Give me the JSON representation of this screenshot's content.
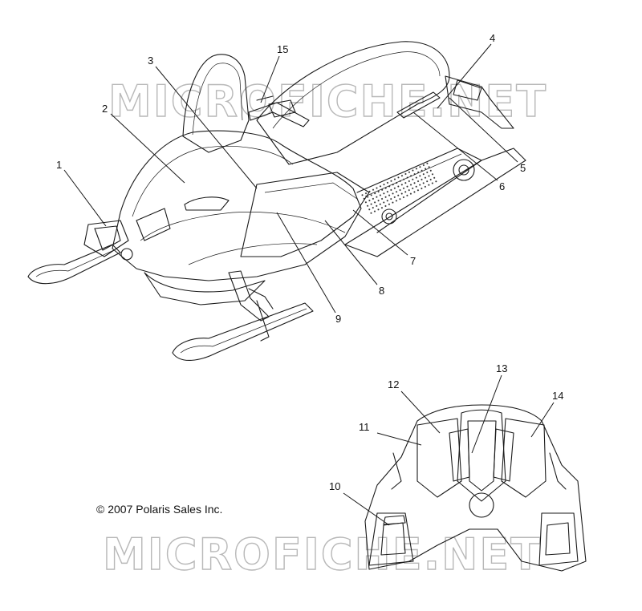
{
  "watermark": {
    "top": "MICROFICHE.NET",
    "bottom": "MICROFICHE.NET"
  },
  "copyright": "© 2007 Polaris Sales Inc.",
  "callouts": [
    {
      "id": "1",
      "label": "1"
    },
    {
      "id": "2",
      "label": "2"
    },
    {
      "id": "3",
      "label": "3"
    },
    {
      "id": "4",
      "label": "4"
    },
    {
      "id": "5",
      "label": "5"
    },
    {
      "id": "6",
      "label": "6"
    },
    {
      "id": "7",
      "label": "7"
    },
    {
      "id": "8",
      "label": "8"
    },
    {
      "id": "9",
      "label": "9"
    },
    {
      "id": "10",
      "label": "10"
    },
    {
      "id": "11",
      "label": "11"
    },
    {
      "id": "12",
      "label": "12"
    },
    {
      "id": "13",
      "label": "13"
    },
    {
      "id": "14",
      "label": "14"
    },
    {
      "id": "15",
      "label": "15"
    }
  ]
}
